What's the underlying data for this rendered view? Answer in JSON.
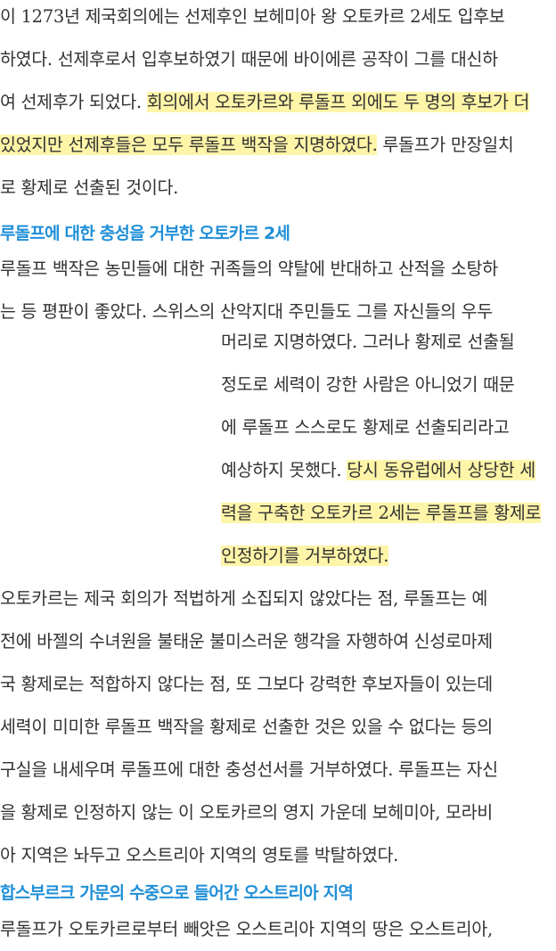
{
  "para1": {
    "l1": "이 1273년 제국회의에는 선제후인 보헤미아 왕 오토카르 2세도 입후보",
    "l2": "하였다. 선제후로서 입후보하였기 때문에 바이에른 공작이 그를 대신하",
    "l3_plain": "여 선제후가 되었다. ",
    "l3_hl": "회의에서 오토카르와 루돌프 외에도 두 명의 후보가 더",
    "l4_hl": "있었지만 선제후들은 모두 루돌프 백작을 지명하였다.",
    "l4_plain": " 루돌프가 만장일치",
    "l5": "로 황제로 선출된 것이다."
  },
  "heading1": "루돌프에 대한 충성을 거부한 오토카르 2세",
  "para2": {
    "l1": "루돌프 백작은 농민들에 대한 귀족들의 약탈에 반대하고 산적을 소탕하",
    "l2": "는 등 평판이 좋았다. 스위스의 산악지대 주민들도 그를 자신들의 우두",
    "r1": "머리로 지명하였다. 그러나 황제로 선출될",
    "r2": "정도로 세력이 강한 사람은 아니었기 때문",
    "r3": "에 루돌프 스스로도 황제로 선출되리라고",
    "r4_plain": "예상하지 못했다. ",
    "r4_hl": "당시 동유럽에서 상당한 세",
    "r5_hl": "력을 구축한 오토카르 2세는 루돌프를 황제로",
    "r6_hl": "인정하기를 거부하였다."
  },
  "para3": {
    "l1": "오토카르는 제국 회의가 적법하게 소집되지 않았다는 점, 루돌프는 예",
    "l2": "전에 바젤의 수녀원을 불태운 불미스러운 행각을 자행하여 신성로마제",
    "l3": "국 황제로는 적합하지 않다는 점, 또 그보다 강력한 후보자들이 있는데",
    "l4": "세력이 미미한 루돌프 백작을 황제로 선출한 것은 있을 수 없다는 등의",
    "l5": "구실을 내세우며 루돌프에 대한 충성선서를 거부하였다. 루돌프는 자신",
    "l6": "을 황제로 인정하지 않는 이 오토카르의 영지 가운데 보헤미아, 모라비",
    "l7": "아 지역은 놔두고 오스트리아 지역의 영토를 박탈하였다."
  },
  "heading2": "합스부르크 가문의 수중으로 들어간 오스트리아 지역",
  "para4": {
    "l1": "루돌프가 오토카르로부터 빼앗은 오스트리아 지역의 땅은 오스트리아,"
  }
}
